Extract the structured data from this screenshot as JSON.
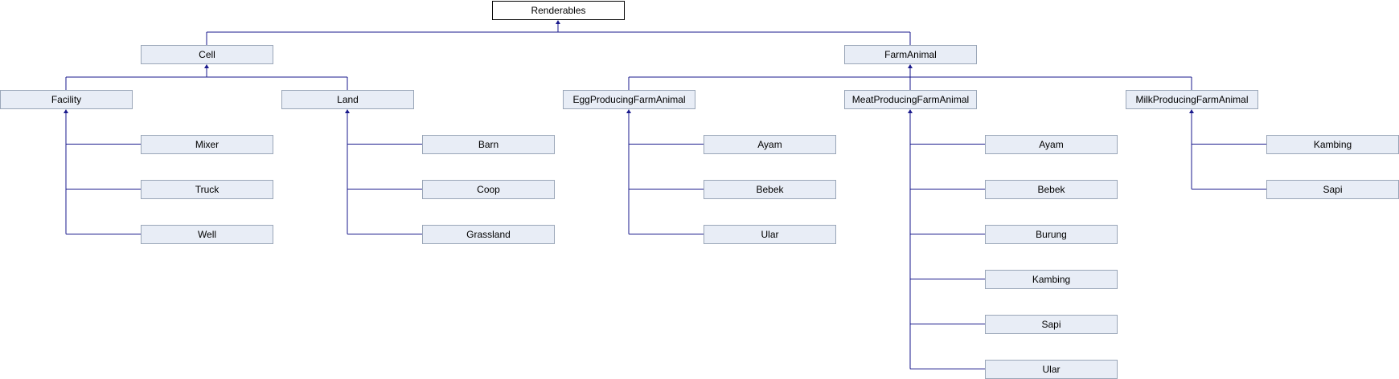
{
  "diagram": {
    "title": "",
    "colors": {
      "node_fill": "#e8edf6",
      "root_fill": "#ffffff",
      "edge": "#1a1a8c"
    },
    "nodes": [
      {
        "id": "renderables",
        "label": "Renderables",
        "root": true
      },
      {
        "id": "cell",
        "label": "Cell"
      },
      {
        "id": "farmanimal",
        "label": "FarmAnimal"
      },
      {
        "id": "facility",
        "label": "Facility"
      },
      {
        "id": "land",
        "label": "Land"
      },
      {
        "id": "egg",
        "label": "EggProducingFarmAnimal"
      },
      {
        "id": "meat",
        "label": "MeatProducingFarmAnimal"
      },
      {
        "id": "milk",
        "label": "MilkProducingFarmAnimal"
      },
      {
        "id": "mixer",
        "label": "Mixer"
      },
      {
        "id": "truck",
        "label": "Truck"
      },
      {
        "id": "well",
        "label": "Well"
      },
      {
        "id": "barn",
        "label": "Barn"
      },
      {
        "id": "coop",
        "label": "Coop"
      },
      {
        "id": "grassland",
        "label": "Grassland"
      },
      {
        "id": "egg_ayam",
        "label": "Ayam"
      },
      {
        "id": "egg_bebek",
        "label": "Bebek"
      },
      {
        "id": "egg_ular",
        "label": "Ular"
      },
      {
        "id": "meat_ayam",
        "label": "Ayam"
      },
      {
        "id": "meat_bebek",
        "label": "Bebek"
      },
      {
        "id": "meat_burung",
        "label": "Burung"
      },
      {
        "id": "meat_kambing",
        "label": "Kambing"
      },
      {
        "id": "meat_sapi",
        "label": "Sapi"
      },
      {
        "id": "meat_ular",
        "label": "Ular"
      },
      {
        "id": "milk_kambing",
        "label": "Kambing"
      },
      {
        "id": "milk_sapi",
        "label": "Sapi"
      }
    ],
    "edges": [
      {
        "from": "cell",
        "to": "renderables"
      },
      {
        "from": "farmanimal",
        "to": "renderables"
      },
      {
        "from": "facility",
        "to": "cell"
      },
      {
        "from": "land",
        "to": "cell"
      },
      {
        "from": "egg",
        "to": "farmanimal"
      },
      {
        "from": "meat",
        "to": "farmanimal"
      },
      {
        "from": "milk",
        "to": "farmanimal"
      },
      {
        "from": "mixer",
        "to": "facility"
      },
      {
        "from": "truck",
        "to": "facility"
      },
      {
        "from": "well",
        "to": "facility"
      },
      {
        "from": "barn",
        "to": "land"
      },
      {
        "from": "coop",
        "to": "land"
      },
      {
        "from": "grassland",
        "to": "land"
      },
      {
        "from": "egg_ayam",
        "to": "egg"
      },
      {
        "from": "egg_bebek",
        "to": "egg"
      },
      {
        "from": "egg_ular",
        "to": "egg"
      },
      {
        "from": "meat_ayam",
        "to": "meat"
      },
      {
        "from": "meat_bebek",
        "to": "meat"
      },
      {
        "from": "meat_burung",
        "to": "meat"
      },
      {
        "from": "meat_kambing",
        "to": "meat"
      },
      {
        "from": "meat_sapi",
        "to": "meat"
      },
      {
        "from": "meat_ular",
        "to": "meat"
      },
      {
        "from": "milk_kambing",
        "to": "milk"
      },
      {
        "from": "milk_sapi",
        "to": "milk"
      }
    ]
  }
}
